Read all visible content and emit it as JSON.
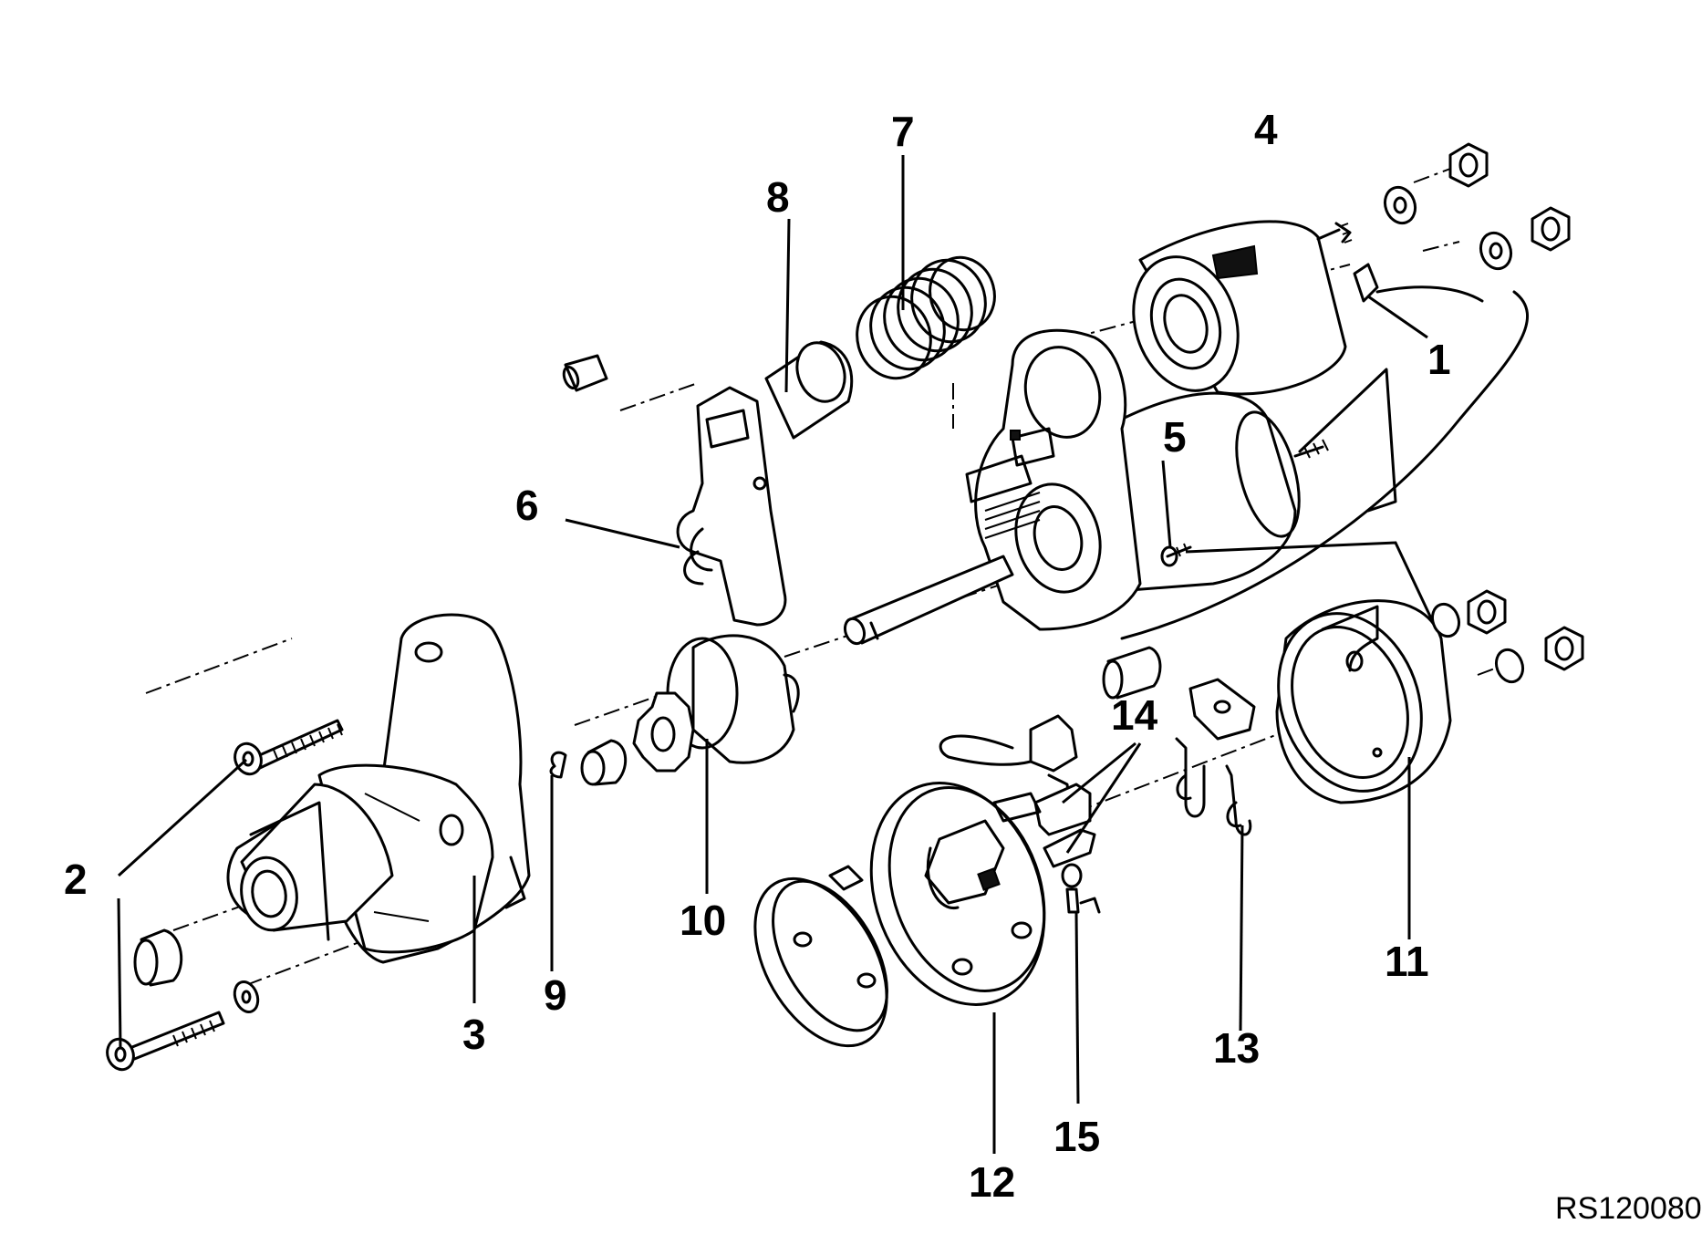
{
  "diagram": {
    "callouts": [
      "1",
      "2",
      "3",
      "4",
      "5",
      "6",
      "7",
      "8",
      "9",
      "10",
      "11",
      "12",
      "13",
      "14",
      "15"
    ],
    "reference_code": "RS120080"
  }
}
